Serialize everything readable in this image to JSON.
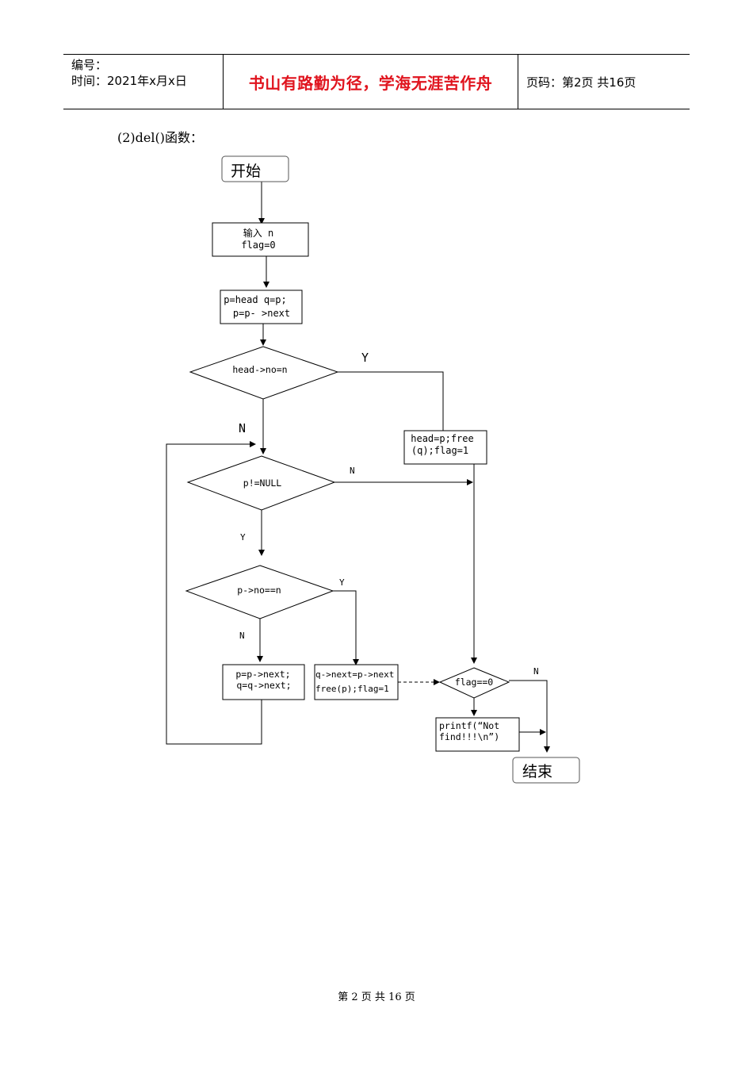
{
  "header": {
    "number_label": "编号：",
    "time_label": "时间：2021年x月x日",
    "motto": "书山有路勤为径，学海无涯苦作舟",
    "page_info": "页码：第2页  共16页"
  },
  "subtitle": "(2)del()函数：",
  "flowchart": {
    "start": "开始",
    "input_line1": "输入 n",
    "input_line2": "flag=0",
    "init_line1": "p=head q=p;",
    "init_line2": "p=p- >next",
    "cond_head": "head->no=n",
    "cond_notnull": "p!=NULL",
    "cond_match": "p->no==n",
    "cond_flag": "flag==0",
    "del_head_line1": "head=p;free",
    "del_head_line2": "(q);flag=1",
    "advance_line1": "p=p->next;",
    "advance_line2": "q=q->next;",
    "del_node_line1": "q->next=p->next",
    "del_node_line2": "free(p);flag=1",
    "print_line1": "printf(“Not",
    "print_line2": "find!!!\\n”)",
    "end": "结束",
    "label_y1": "Y",
    "label_n1": "N",
    "label_n2": "N",
    "label_y2": "Y",
    "label_y3": "Y",
    "label_n3": "N",
    "label_n4": "N"
  },
  "footer": "第 2 页 共 16 页"
}
